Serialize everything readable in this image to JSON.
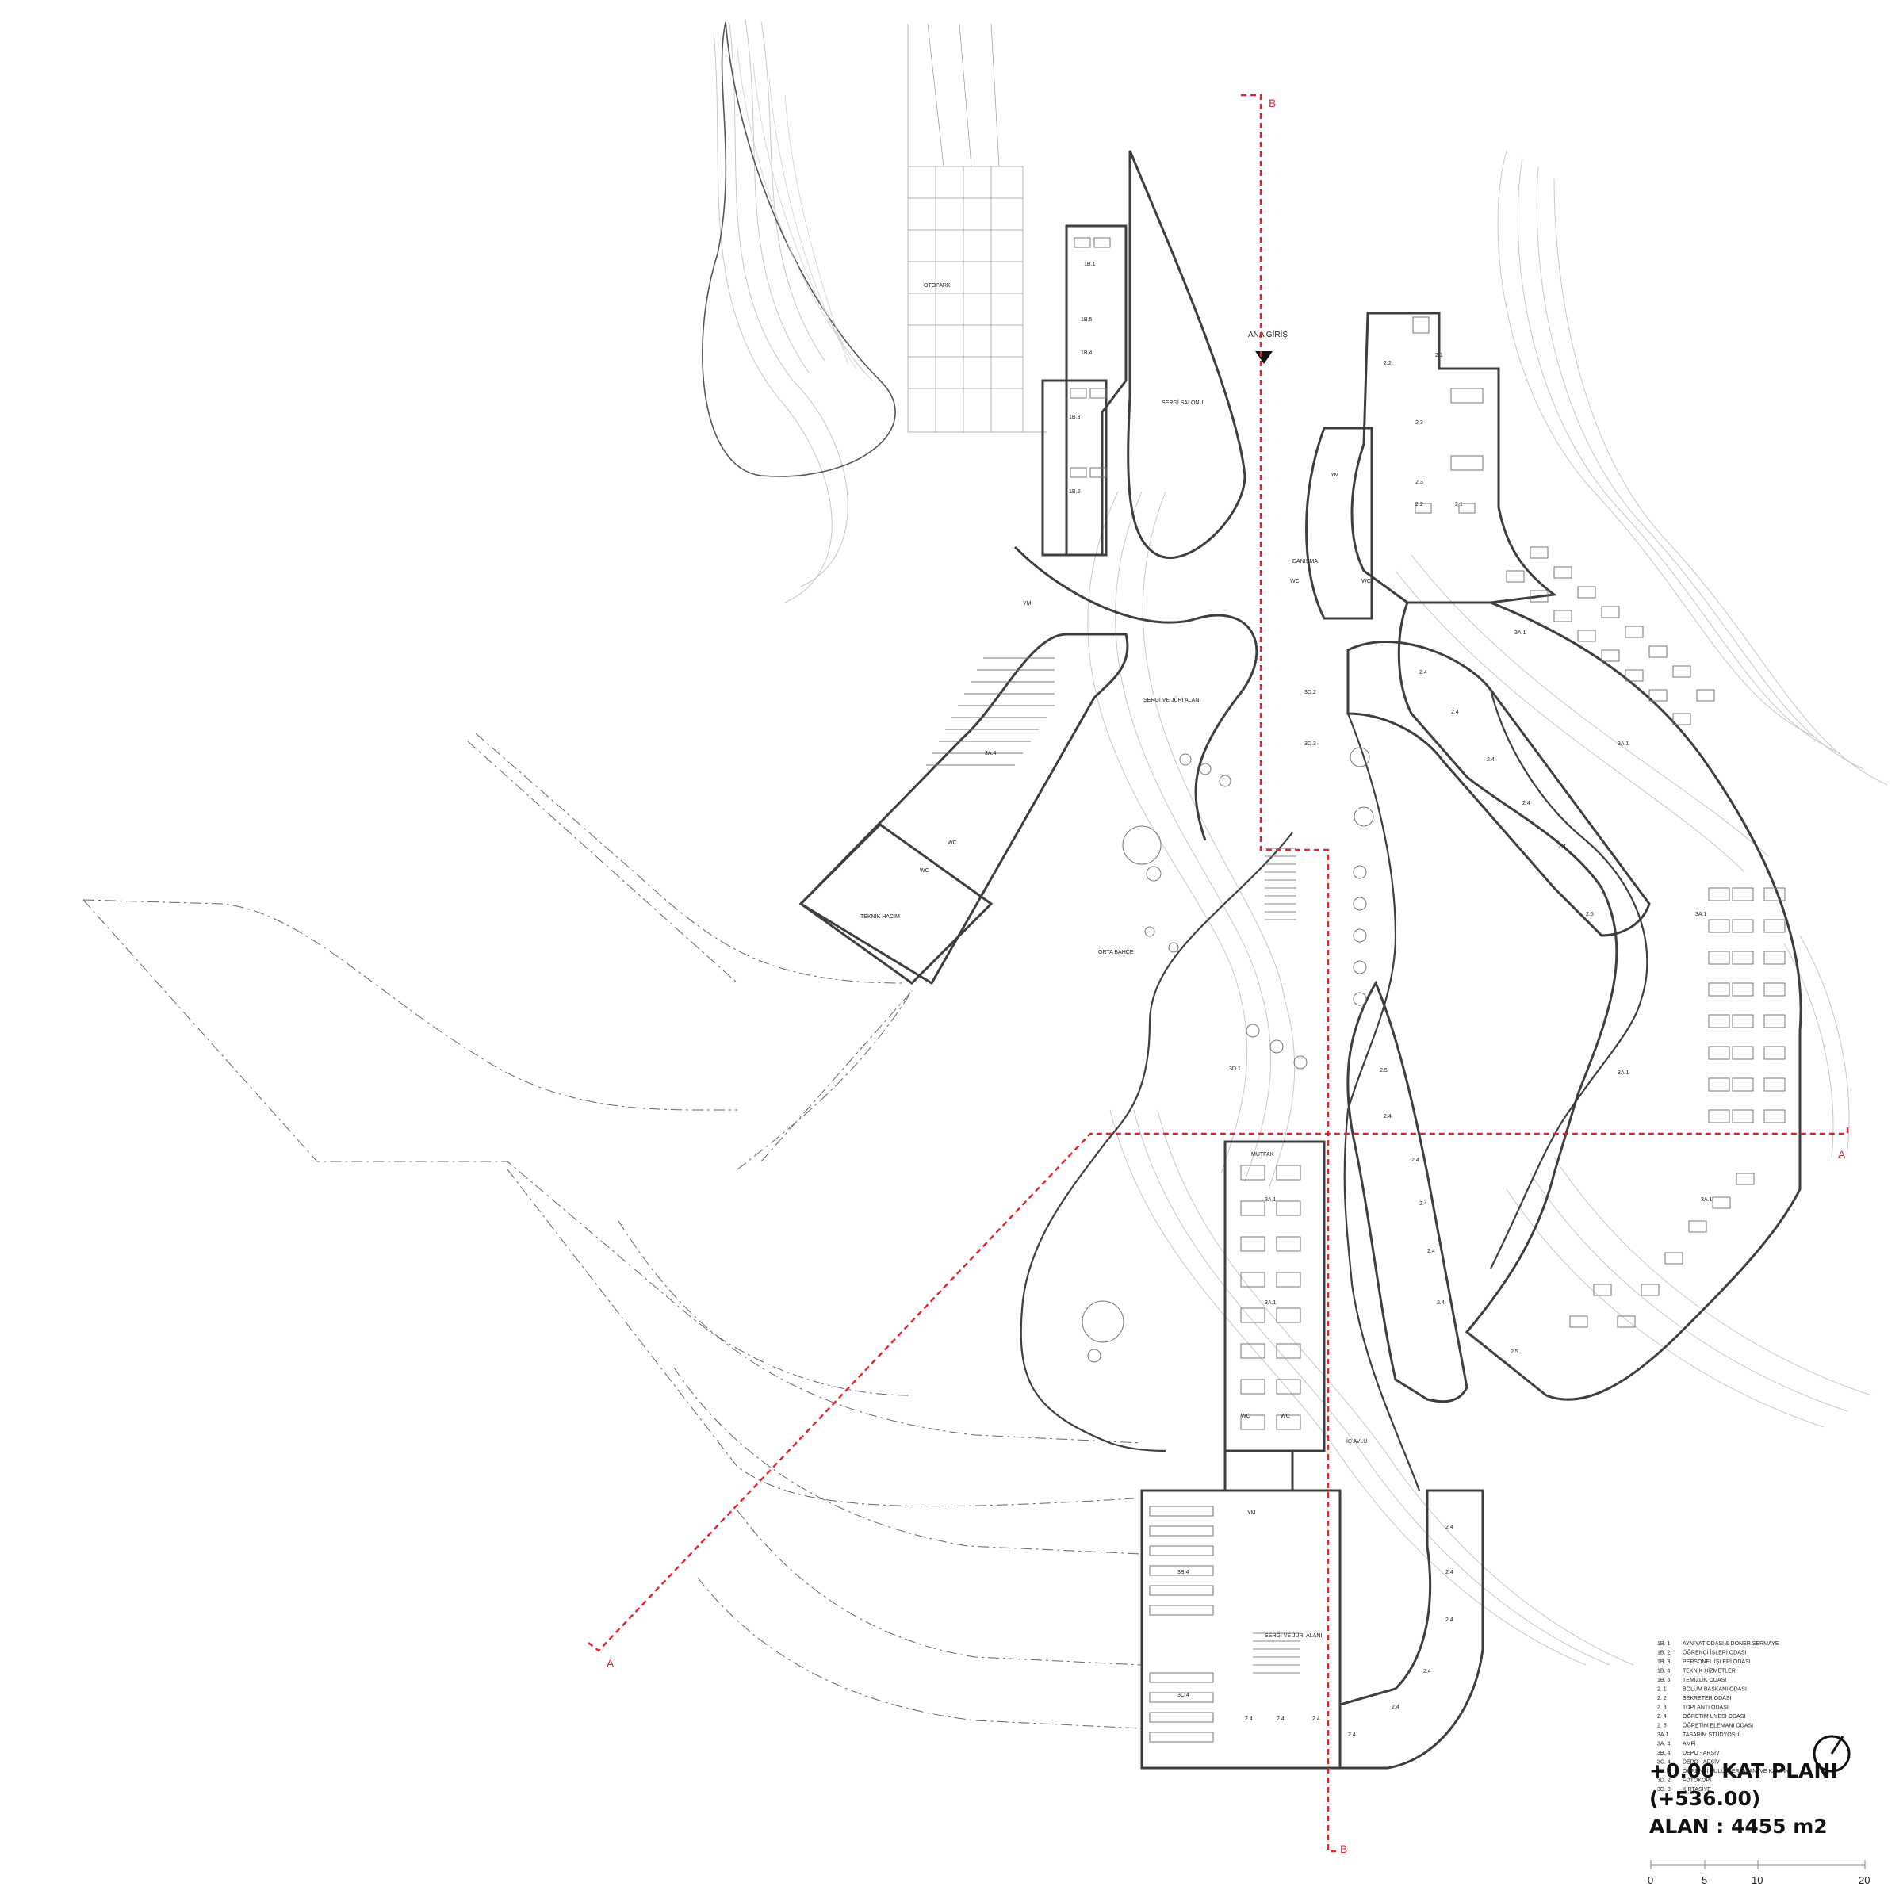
{
  "section_marks": {
    "a": "A",
    "b": "B"
  },
  "entrance_label": "ANA GİRİŞ",
  "rooms": {
    "otopark": "OTOPARK",
    "sergi_salonu": "SERGİ SALONU",
    "sergi_juri_alani": "SERGİ VE JÜRİ ALANI",
    "danisma": "DANIŞMA",
    "orta_bahce": "ORTA BAHÇE",
    "teknik_hacim": "TEKNİK HACİM",
    "mutfak": "MUTFAK",
    "ic_avlu": "İÇ AVLU",
    "sergi_juri_alani_2": "SERGİ VE JÜRİ ALANI",
    "wc": "WC",
    "ym": "YM",
    "code_1b1": "1B.1",
    "code_1b2": "1B.2",
    "code_1b3": "1B.3",
    "code_1b4": "1B.4",
    "code_1b5": "1B.5",
    "code_21": "2.1",
    "code_22": "2.2",
    "code_23": "2.3",
    "code_24": "2.4",
    "code_25": "2.5",
    "code_3a1": "3A.1",
    "code_3a4": "3A.4",
    "code_3b4": "3B.4",
    "code_3c4": "3C.4",
    "code_3d1": "3D.1",
    "code_3d2": "3D.2",
    "code_3d3": "3D.3"
  },
  "legend": [
    {
      "code": "1B. 1",
      "name": "AYNİYAT ODASI & DÖNER SERMAYE"
    },
    {
      "code": "1B. 2",
      "name": "ÖĞRENCİ İŞLERİ ODASI"
    },
    {
      "code": "1B. 3",
      "name": "PERSONEL İŞLERİ ODASI"
    },
    {
      "code": "1B. 4",
      "name": "TEKNİK HİZMETLER"
    },
    {
      "code": "1B. 5",
      "name": "TEMİZLİK ODASI"
    },
    {
      "code": "2. 1",
      "name": "BÖLÜM BAŞKANI ODASI"
    },
    {
      "code": "2. 2",
      "name": "SEKRETER ODASI"
    },
    {
      "code": "2. 3",
      "name": "TOPLANTI ODASI"
    },
    {
      "code": "2. 4",
      "name": "ÖĞRETİM ÜYESİ ODASI"
    },
    {
      "code": "2. 5",
      "name": "ÖĞRETİM ELEMANI ODASI"
    },
    {
      "code": "3A.1",
      "name": "TASARIM STÜDYOSU"
    },
    {
      "code": "3A. 4",
      "name": "AMFİ"
    },
    {
      "code": "3B. 4",
      "name": "DEPO - ARŞİV"
    },
    {
      "code": "3C. 4",
      "name": "DEPO - ARŞİV"
    },
    {
      "code": "3D. 1",
      "name": "ÖĞRENCİ KULÜPLERİ ALANI VE KANTİN"
    },
    {
      "code": "3D. 2",
      "name": "FOTOKOPİ"
    },
    {
      "code": "3D. 3",
      "name": "KIRTASİYE"
    }
  ],
  "title": {
    "line1": "+0.00  KAT PLANI",
    "line2": "(+536.00)",
    "line3": "ALAN : 4455 m2"
  },
  "scale_labels": [
    "0",
    "5",
    "10",
    "20"
  ],
  "colors": {
    "section": "#e8202a",
    "wall": "#444444",
    "contour": "#bdbdbd",
    "ink": "#111111"
  }
}
